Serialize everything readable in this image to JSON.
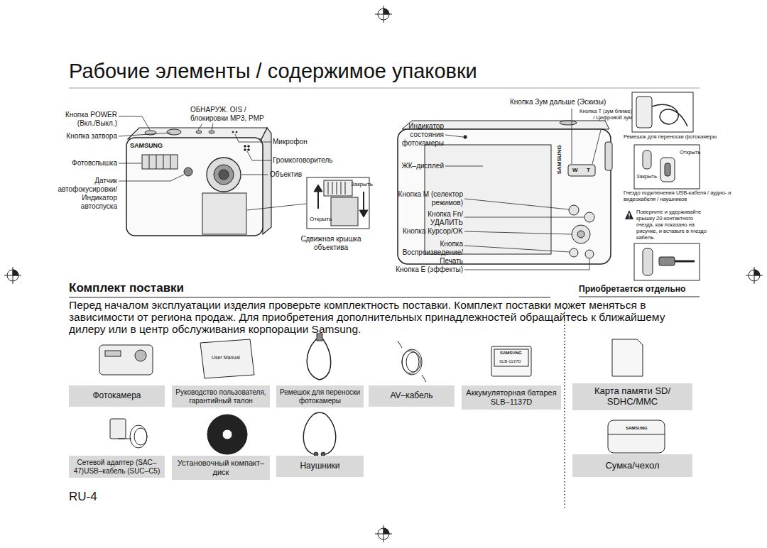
{
  "diagram": {
    "title": "Рабочие элементы / содержимое упаковки",
    "nodes": [
      {
        "text": [
          "Фотокамера"
        ]
      },
      {
        "text": [
          "Руководство пользователя, гарантийный талон"
        ]
      },
      {
        "text": [
          "Ремешок для переноски фотокамеры"
        ]
      },
      {
        "text": [
          "AV–кабель"
        ]
      },
      {
        "text": [
          "Аккумуляторная батарея SLB–1137D"
        ]
      },
      {
        "text": [
          "Карта памяти SD/ SDHC/MMC"
        ]
      },
      {
        "text": [
          "Сетевой адаптер (SAC–47)USB–кабель (SUC–C5)"
        ]
      },
      {
        "text": [
          "Установочный компакт–диск"
        ]
      },
      {
        "text": [
          "Наушники"
        ]
      },
      {
        "text": [
          "Сумка/чехол"
        ]
      }
    ],
    "labels": [
      "Кнопка POWER (Вкл./Выкл.)",
      "Кнопка затвора",
      "Фотовспышка",
      "Датчик автофокусировки/ Индикатор автоспуска",
      "ОБНАРУЖ. OIS / блокировки MP3, PMP",
      "Микрофон",
      "Громкоговоритель",
      "Объектив",
      "Закрыть",
      "Открыть",
      "Сдвижная крышка объектива",
      "SAMSUNG",
      "Индикатор состояния фотокамеры",
      "ЖК–дисплей",
      "Кнопка M (селектор режимов)",
      "Кнопка Fn/ УДАЛИТЬ",
      "Кнопка Курсор/OK",
      "Кнопка Воспроизведение/ Печать",
      "Кнопка E (эффекты)",
      "Кнопка Зум дальше (Эскизы)",
      "Кнопка T (зум ближе) / Цифровой зум",
      "Ремешок для переноски фотокамеры",
      "Открыть",
      "Закрыть",
      "Гнездо подключения USB-кабеля / аудио- и видеокабеля / наушников",
      "Поверните и удерживайте крышку 20-контактного гнезда, как показано на рисунке, и вставьте в гнездо кабель.",
      "W",
      "T",
      "SAMSUNG",
      "Комплект поставки",
      "Приобретается отдельно",
      "Перед началом эксплуатации изделия проверьте комплектность поставки. Комплект поставки может меняться в зависимости от региона продаж. Для приобретения дополнительных принадлежностей обращайтесь к ближайшему дилеру или в центр обслуживания корпорации Samsung.",
      "User Manual",
      "SAMSUNG",
      "SLB-1137D",
      "SAMSUNG",
      "RU-4"
    ]
  }
}
